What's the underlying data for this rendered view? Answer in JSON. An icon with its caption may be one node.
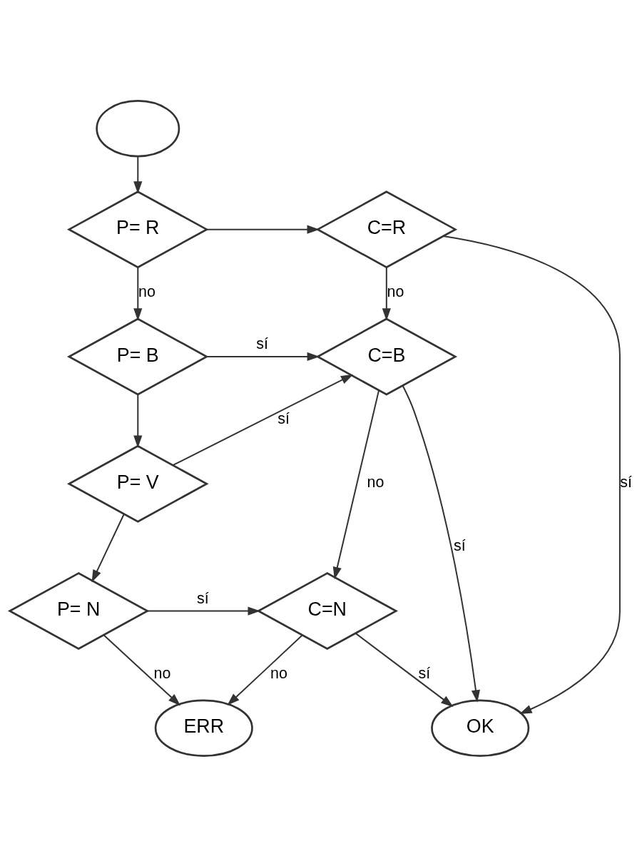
{
  "diagram": {
    "nodes": [
      {
        "text": [],
        "shape": "circle"
      },
      {
        "text": [
          "P= R"
        ]
      },
      {
        "text": [
          "P= B"
        ]
      },
      {
        "text": [
          "P= V"
        ]
      },
      {
        "text": [
          "P= N"
        ]
      },
      {
        "text": [
          "C=R"
        ]
      },
      {
        "text": [
          "C=B"
        ]
      },
      {
        "text": [
          "C=N"
        ]
      },
      {
        "text": [
          "ERR"
        ]
      },
      {
        "text": [
          "OK"
        ]
      }
    ],
    "edges": [
      {
        "from": 0,
        "to": 1,
        "arrow": "to"
      },
      {
        "from": 1,
        "to": 5,
        "arrow": "to"
      },
      {
        "from": 1,
        "to": 2,
        "label": "no",
        "arrow": "to"
      },
      {
        "from": 2,
        "to": 6,
        "label": "sí",
        "arrow": "to"
      },
      {
        "from": 2,
        "to": 3,
        "arrow": "to"
      },
      {
        "from": 3,
        "to": 6,
        "label": "sí",
        "arrow": "to"
      },
      {
        "from": 3,
        "to": 4,
        "arrow": "to"
      },
      {
        "from": 4,
        "to": 7,
        "label": "sí",
        "arrow": "to"
      },
      {
        "from": 4,
        "to": 8,
        "label": "no",
        "arrow": "to"
      },
      {
        "from": 5,
        "to": 6,
        "label": "no",
        "arrow": "to"
      },
      {
        "from": 5,
        "to": 9,
        "label": "sí",
        "arrow": "to"
      },
      {
        "from": 6,
        "to": 9,
        "label": "sí",
        "arrow": "to"
      },
      {
        "from": 6,
        "to": 7,
        "label": "no",
        "arrow": "to"
      },
      {
        "from": 7,
        "to": 8,
        "label": "no",
        "arrow": "to"
      },
      {
        "from": 7,
        "to": 9,
        "label": "sí",
        "arrow": "to"
      }
    ]
  }
}
